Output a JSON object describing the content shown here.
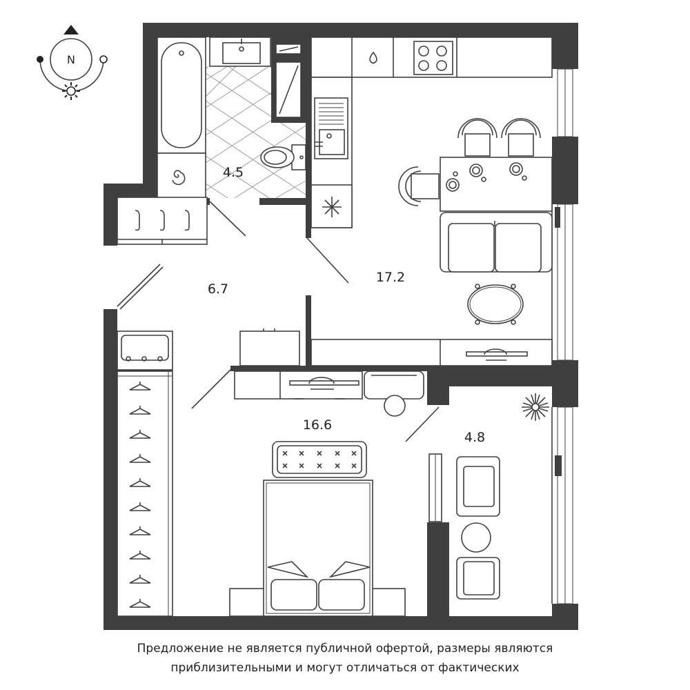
{
  "compass": {
    "north_label": "N"
  },
  "rooms": [
    {
      "id": "bathroom",
      "area": "4.5"
    },
    {
      "id": "hallway",
      "area": "6.7"
    },
    {
      "id": "kitchen_living",
      "area": "17.2"
    },
    {
      "id": "bedroom",
      "area": "16.6"
    },
    {
      "id": "loggia",
      "area": "4.8"
    }
  ],
  "disclaimer": {
    "line1": "Предложение не является публичной офертой, размеры являются",
    "line2": "приблизительными и могут отличаться от фактических"
  },
  "colors": {
    "wall": "#3f3f3f",
    "tile": "#9a9a9a",
    "background": "#ffffff"
  }
}
